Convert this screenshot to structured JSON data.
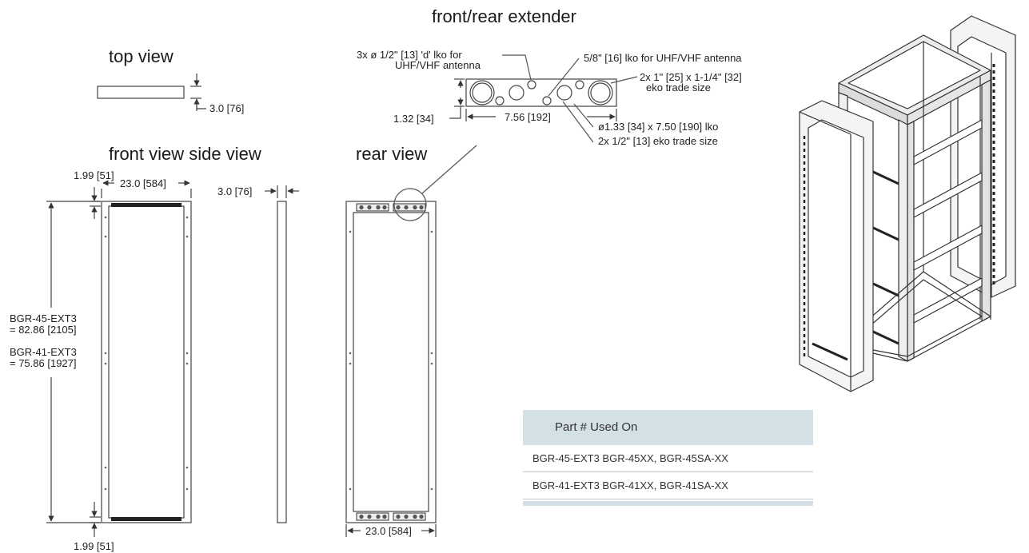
{
  "titles": {
    "top_view": "top view",
    "front_side_view": "front view side view",
    "rear_view": "rear view",
    "front_rear_extender": "front/rear extender"
  },
  "dims": {
    "top_depth": "3.0 [76]",
    "side_depth": "3.0 [76]",
    "top_offset": "1.99 [51]",
    "bottom_offset": "1.99 [51]",
    "front_width": "23.0 [584]",
    "rear_width": "23.0 [584]",
    "height_45_model": "BGR-45-EXT3",
    "height_45_value": "= 82.86 [2105]",
    "height_41_model": "BGR-41-EXT3",
    "height_41_value": "= 75.86 [1927]",
    "ext_height": "1.32 [34]",
    "ext_width": "7.56 [192]"
  },
  "callouts": {
    "ko_half_line1": "3x ø 1/2\" [13] 'd' lko for",
    "ko_half_line2": "UHF/VHF antenna",
    "ko_58": "5/8\" [16] lko for UHF/VHF antenna",
    "ko_1x114_line1": "2x 1\" [25] x 1-1/4\" [32]",
    "ko_1x114_line2": "eko trade size",
    "ko_133": "ø1.33 [34] x 7.50 [190] lko",
    "ko_half_eko": "2x 1/2\" [13] eko trade size"
  },
  "table": {
    "header": "Part # Used On",
    "rows": [
      "BGR-45-EXT3 BGR-45XX, BGR-45SA-XX",
      "BGR-41-EXT3 BGR-41XX, BGR-41SA-XX"
    ]
  }
}
